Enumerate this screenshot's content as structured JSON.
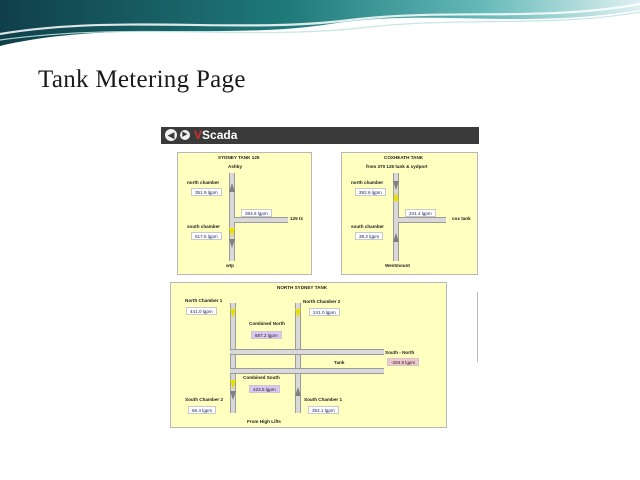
{
  "slide": {
    "title": "Tank Metering Page"
  },
  "app": {
    "brand_prefix": "V",
    "brand_suffix": "Scada",
    "back_icon": "back-arrow-icon",
    "forward_icon": "forward-arrow-icon"
  },
  "sydney_tank": {
    "title": "SYDNEY TANK 125",
    "top_label": "Ashby",
    "north_label": "north chamber",
    "north_value": "351.9 lgpm",
    "flow_value": "384.6 lgpm",
    "right_label": "125 tx",
    "south_label": "south chamber",
    "south_value": "517.5 lgpm",
    "bottom_label": "wtp"
  },
  "coxheath_tank": {
    "title": "COXHEATH TANK",
    "top_label": "from 370 125 tank & sydport",
    "north_label": "north chamber",
    "north_value": "392.6 lgpm",
    "flow_value": "341.4 lgpm",
    "right_label": "cox tank",
    "south_label": "south chamber",
    "south_value": "38.2 lgpm",
    "bottom_label": "Westmount"
  },
  "north_sydney_tank": {
    "title": "NORTH SYDNEY TANK",
    "nc1_label": "North Chamber 1",
    "nc1_value": "441.0 lgpm",
    "nc2_label": "North Chamber 2",
    "nc2_value": "241.0 lgpm",
    "combined_north_label": "Combined North",
    "combined_north_value": "687.2 lgpm",
    "tank_label": "Tank",
    "south_north_label": "South - North",
    "south_north_value": "-283.9 lgpm",
    "combined_south_label": "Combined South",
    "combined_south_value": "423.5 lgpm",
    "sc2_label": "South Chamber 2",
    "sc2_value": "66.4 lgpm",
    "sc1_label": "South Chamber 1",
    "sc1_value": "354.1 lgpm",
    "bottom_label": "From High Lifts"
  },
  "colors": {
    "panel": "#ffffc0",
    "appbar": "#3a3a3a",
    "arrow_flow": "#e8e000",
    "arrow_idle": "#808080",
    "highlight_purple": "#dcc6f5",
    "highlight_pink": "#f6c8cc",
    "brand_accent": "#d53030"
  }
}
